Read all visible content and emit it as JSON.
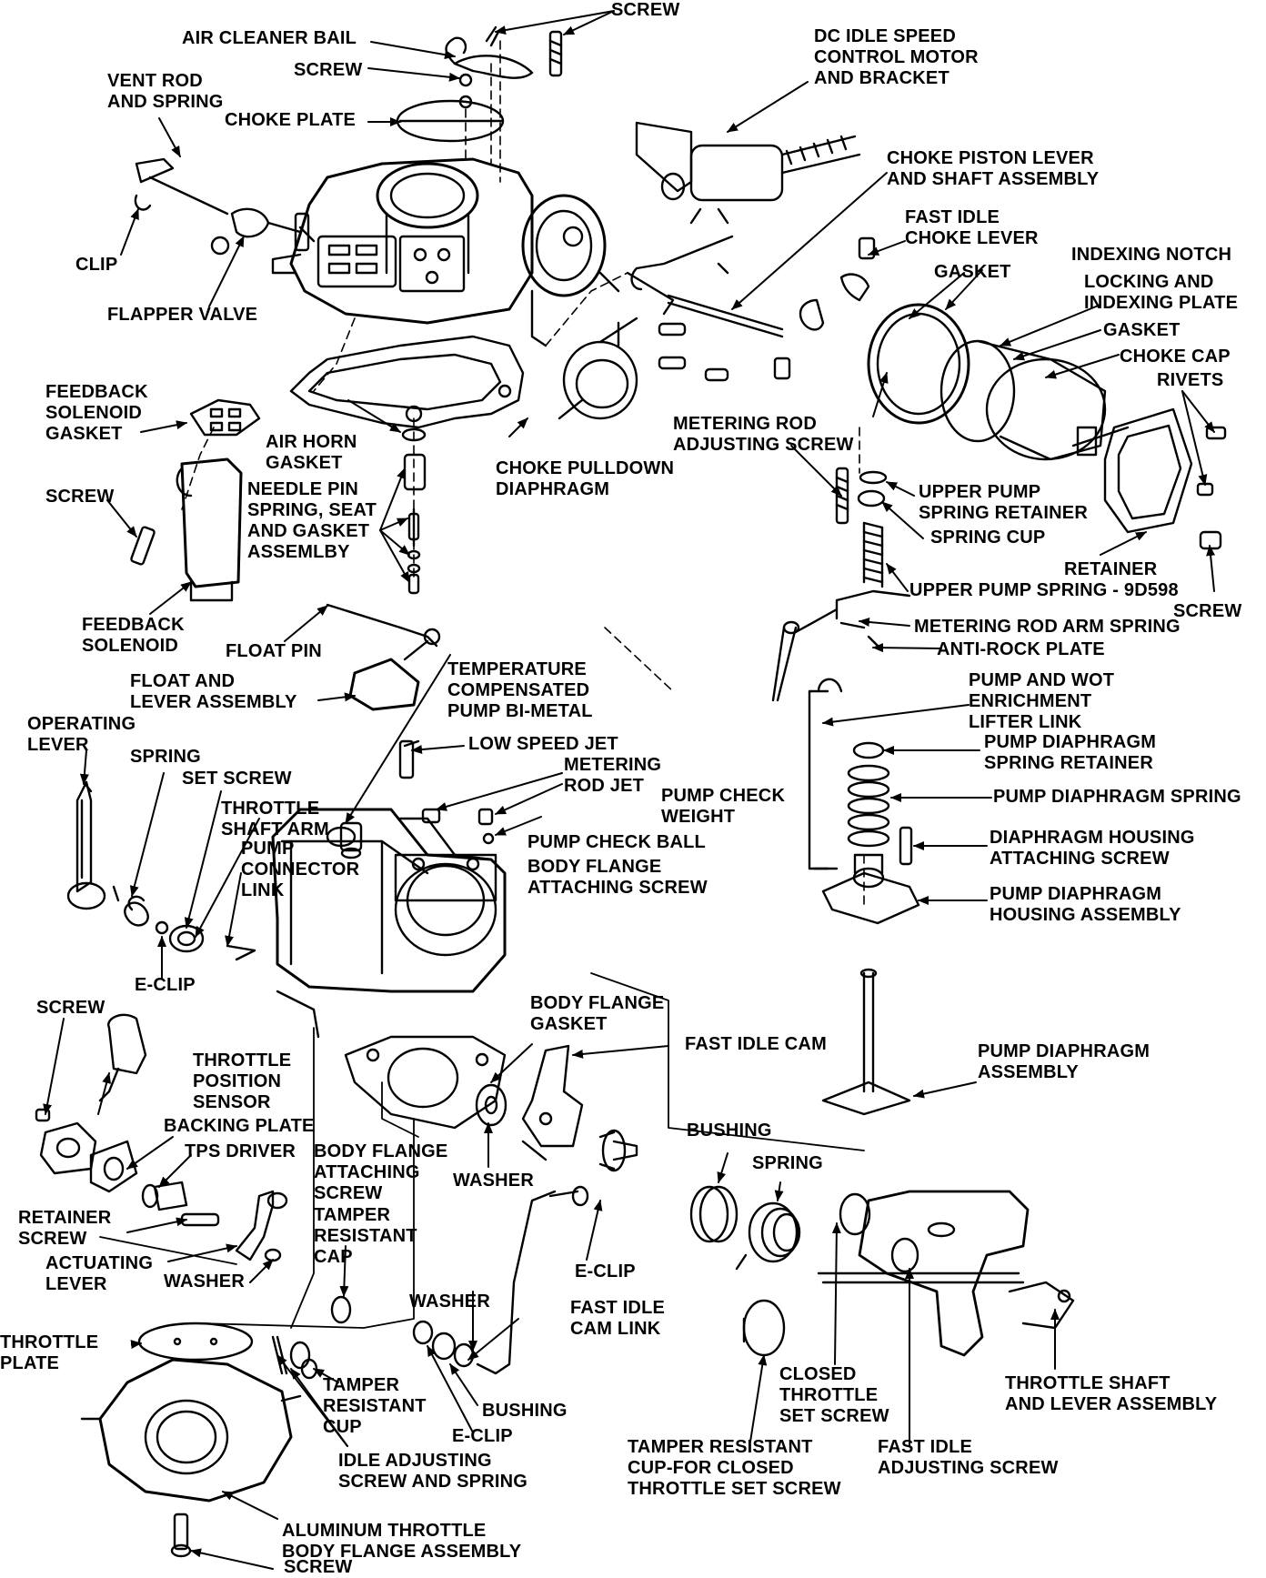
{
  "labels": [
    {
      "key": "screw-top",
      "lines": [
        "SCREW"
      ]
    },
    {
      "key": "air-cleaner-bail",
      "lines": [
        "AIR CLEANER BAIL"
      ]
    },
    {
      "key": "screw-2",
      "lines": [
        "SCREW"
      ]
    },
    {
      "key": "dc-idle-motor",
      "lines": [
        "DC IDLE SPEED",
        "CONTROL MOTOR",
        "AND BRACKET"
      ]
    },
    {
      "key": "vent-rod",
      "lines": [
        "VENT ROD",
        "AND SPRING"
      ]
    },
    {
      "key": "choke-plate",
      "lines": [
        "CHOKE PLATE"
      ]
    },
    {
      "key": "choke-piston-lever",
      "lines": [
        "CHOKE PISTON LEVER",
        "AND SHAFT ASSEMBLY"
      ]
    },
    {
      "key": "fast-idle-choke-lever",
      "lines": [
        "FAST IDLE",
        "CHOKE LEVER"
      ]
    },
    {
      "key": "gasket-1",
      "lines": [
        "GASKET"
      ]
    },
    {
      "key": "indexing-notch",
      "lines": [
        "INDEXING NOTCH"
      ]
    },
    {
      "key": "clip",
      "lines": [
        "CLIP"
      ]
    },
    {
      "key": "locking-indexing-plate",
      "lines": [
        "LOCKING AND",
        "INDEXING PLATE"
      ]
    },
    {
      "key": "flapper-valve",
      "lines": [
        "FLAPPER VALVE"
      ]
    },
    {
      "key": "gasket-2",
      "lines": [
        "GASKET"
      ]
    },
    {
      "key": "choke-cap",
      "lines": [
        "CHOKE CAP"
      ]
    },
    {
      "key": "rivets",
      "lines": [
        "RIVETS"
      ]
    },
    {
      "key": "feedback-solenoid-gasket",
      "lines": [
        "FEEDBACK",
        "SOLENOID",
        "GASKET"
      ]
    },
    {
      "key": "metering-rod-adjusting-screw",
      "lines": [
        "METERING ROD",
        "ADJUSTING SCREW"
      ]
    },
    {
      "key": "air-horn-gasket",
      "lines": [
        "AIR HORN",
        "GASKET"
      ]
    },
    {
      "key": "choke-pulldown-diaphragm",
      "lines": [
        "CHOKE PULLDOWN",
        "DIAPHRAGM"
      ]
    },
    {
      "key": "needle-pin",
      "lines": [
        "NEEDLE PIN",
        "SPRING, SEAT",
        "AND GASKET",
        "ASSEMLBY"
      ]
    },
    {
      "key": "screw-3",
      "lines": [
        "SCREW"
      ]
    },
    {
      "key": "upper-pump-spring-retainer",
      "lines": [
        "UPPER PUMP",
        "SPRING RETAINER"
      ]
    },
    {
      "key": "spring-cup",
      "lines": [
        "SPRING CUP"
      ]
    },
    {
      "key": "retainer",
      "lines": [
        "RETAINER"
      ]
    },
    {
      "key": "upper-pump-spring",
      "lines": [
        "UPPER PUMP SPRING - 9D598"
      ]
    },
    {
      "key": "screw-4",
      "lines": [
        "SCREW"
      ]
    },
    {
      "key": "feedback-solenoid",
      "lines": [
        "FEEDBACK",
        "SOLENOID"
      ]
    },
    {
      "key": "float-pin",
      "lines": [
        "FLOAT PIN"
      ]
    },
    {
      "key": "metering-rod-arm-spring",
      "lines": [
        "METERING ROD ARM SPRING"
      ]
    },
    {
      "key": "anti-rock-plate",
      "lines": [
        "ANTI-ROCK PLATE"
      ]
    },
    {
      "key": "float-lever",
      "lines": [
        "FLOAT AND",
        "LEVER ASSEMBLY"
      ]
    },
    {
      "key": "temp-bimetal",
      "lines": [
        "TEMPERATURE",
        "COMPENSATED",
        "PUMP BI-METAL"
      ]
    },
    {
      "key": "pump-wot-link",
      "lines": [
        "PUMP AND WOT",
        "ENRICHMENT",
        "LIFTER LINK"
      ]
    },
    {
      "key": "operating-lever",
      "lines": [
        "OPERATING",
        "LEVER"
      ]
    },
    {
      "key": "low-speed-jet",
      "lines": [
        "LOW SPEED JET"
      ]
    },
    {
      "key": "pump-diaphragm-spring-retainer",
      "lines": [
        "PUMP DIAPHRAGM",
        "SPRING RETAINER"
      ]
    },
    {
      "key": "spring-1",
      "lines": [
        "SPRING"
      ]
    },
    {
      "key": "metering-rod-jet",
      "lines": [
        "METERING",
        "ROD JET"
      ]
    },
    {
      "key": "set-screw",
      "lines": [
        "SET SCREW"
      ]
    },
    {
      "key": "pump-diaphragm-spring",
      "lines": [
        "PUMP DIAPHRAGM SPRING"
      ]
    },
    {
      "key": "pump-check-weight",
      "lines": [
        "PUMP CHECK",
        "WEIGHT"
      ]
    },
    {
      "key": "throttle-shaft-arm",
      "lines": [
        "THROTTLE",
        "SHAFT ARM"
      ]
    },
    {
      "key": "pump-connector-link",
      "lines": [
        "PUMP",
        "CONNECTOR",
        "LINK"
      ]
    },
    {
      "key": "pump-check-ball",
      "lines": [
        "PUMP CHECK BALL"
      ]
    },
    {
      "key": "diaphragm-housing-screw",
      "lines": [
        "DIAPHRAGM HOUSING",
        "ATTACHING SCREW"
      ]
    },
    {
      "key": "body-flange-screw-1",
      "lines": [
        "BODY FLANGE",
        "ATTACHING SCREW"
      ]
    },
    {
      "key": "pump-diaphragm-housing",
      "lines": [
        "PUMP DIAPHRAGM",
        "HOUSING ASSEMBLY"
      ]
    },
    {
      "key": "e-clip-1",
      "lines": [
        "E-CLIP"
      ]
    },
    {
      "key": "screw-5",
      "lines": [
        "SCREW"
      ]
    },
    {
      "key": "body-flange-gasket",
      "lines": [
        "BODY FLANGE",
        "GASKET"
      ]
    },
    {
      "key": "fast-idle-cam",
      "lines": [
        "FAST IDLE CAM"
      ]
    },
    {
      "key": "tps",
      "lines": [
        "THROTTLE",
        "POSITION",
        "SENSOR"
      ]
    },
    {
      "key": "pump-diaphragm-assembly",
      "lines": [
        "PUMP DIAPHRAGM",
        "ASSEMBLY"
      ]
    },
    {
      "key": "backing-plate",
      "lines": [
        "BACKING PLATE"
      ]
    },
    {
      "key": "bushing-1",
      "lines": [
        "BUSHING"
      ]
    },
    {
      "key": "tps-driver",
      "lines": [
        "TPS DRIVER"
      ]
    },
    {
      "key": "body-flange-screw-2",
      "lines": [
        "BODY FLANGE",
        "ATTACHING",
        "SCREW"
      ]
    },
    {
      "key": "spring-2",
      "lines": [
        "SPRING"
      ]
    },
    {
      "key": "washer-1",
      "lines": [
        "WASHER"
      ]
    },
    {
      "key": "retainer-screw",
      "lines": [
        "RETAINER",
        "SCREW"
      ]
    },
    {
      "key": "tamper-resistant-cap",
      "lines": [
        "TAMPER",
        "RESISTANT",
        "CAP"
      ]
    },
    {
      "key": "actuating-lever",
      "lines": [
        "ACTUATING",
        "LEVER"
      ]
    },
    {
      "key": "washer-2",
      "lines": [
        "WASHER"
      ]
    },
    {
      "key": "e-clip-2",
      "lines": [
        "E-CLIP"
      ]
    },
    {
      "key": "washer-3",
      "lines": [
        "WASHER"
      ]
    },
    {
      "key": "fast-idle-cam-link",
      "lines": [
        "FAST IDLE",
        "CAM LINK"
      ]
    },
    {
      "key": "throttle-plate",
      "lines": [
        "THROTTLE",
        "PLATE"
      ]
    },
    {
      "key": "closed-throttle-set-screw",
      "lines": [
        "CLOSED",
        "THROTTLE",
        "SET SCREW"
      ]
    },
    {
      "key": "throttle-shaft-lever",
      "lines": [
        "THROTTLE SHAFT",
        "AND LEVER ASSEMBLY"
      ]
    },
    {
      "key": "tamper-resistant-cup",
      "lines": [
        "TAMPER",
        "RESISTANT",
        "CUP"
      ]
    },
    {
      "key": "bushing-2",
      "lines": [
        "BUSHING"
      ]
    },
    {
      "key": "e-clip-3",
      "lines": [
        "E-CLIP"
      ]
    },
    {
      "key": "tamper-cup-closed",
      "lines": [
        "TAMPER RESISTANT",
        "CUP-FOR CLOSED",
        "THROTTLE SET SCREW"
      ]
    },
    {
      "key": "fast-idle-adjusting-screw",
      "lines": [
        "FAST IDLE",
        "ADJUSTING SCREW"
      ]
    },
    {
      "key": "idle-adjusting-screw",
      "lines": [
        "IDLE ADJUSTING",
        "SCREW AND SPRING"
      ]
    },
    {
      "key": "aluminum-throttle-body",
      "lines": [
        "ALUMINUM THROTTLE",
        "BODY FLANGE ASSEMBLY"
      ]
    },
    {
      "key": "screw-bottom",
      "lines": [
        "SCREW"
      ]
    }
  ]
}
